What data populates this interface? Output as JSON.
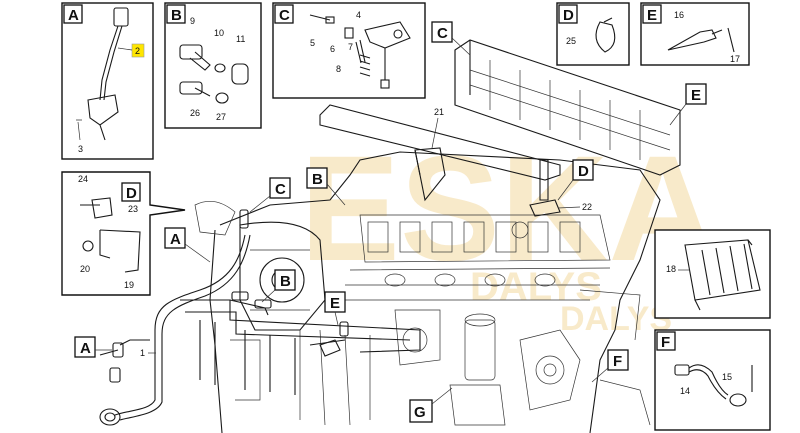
{
  "watermark": {
    "brand": "ESKA",
    "tagline": "DALYS"
  },
  "detail_boxes": {
    "A": {
      "letter": "A",
      "parts": [
        "2",
        "3"
      ],
      "highlight": "2"
    },
    "B": {
      "letter": "B",
      "parts": [
        "9",
        "10",
        "11",
        "26",
        "27"
      ]
    },
    "C": {
      "letter": "C",
      "parts": [
        "4",
        "5",
        "6",
        "7",
        "8"
      ]
    },
    "D": {
      "letter": "D",
      "parts": [
        "25"
      ]
    },
    "E": {
      "letter": "E",
      "parts": [
        "16",
        "17"
      ]
    },
    "bracket": {
      "letter": "D",
      "parts": [
        "24",
        "23",
        "20",
        "19"
      ]
    },
    "cooler": {
      "parts": [
        "18"
      ]
    },
    "F": {
      "letter": "F",
      "parts": [
        "14",
        "15"
      ]
    }
  },
  "main_callouts": {
    "letters": [
      "C",
      "E",
      "B",
      "C",
      "D",
      "A",
      "B",
      "E",
      "A",
      "F",
      "G"
    ],
    "numbers": [
      "21",
      "22",
      "1"
    ]
  }
}
